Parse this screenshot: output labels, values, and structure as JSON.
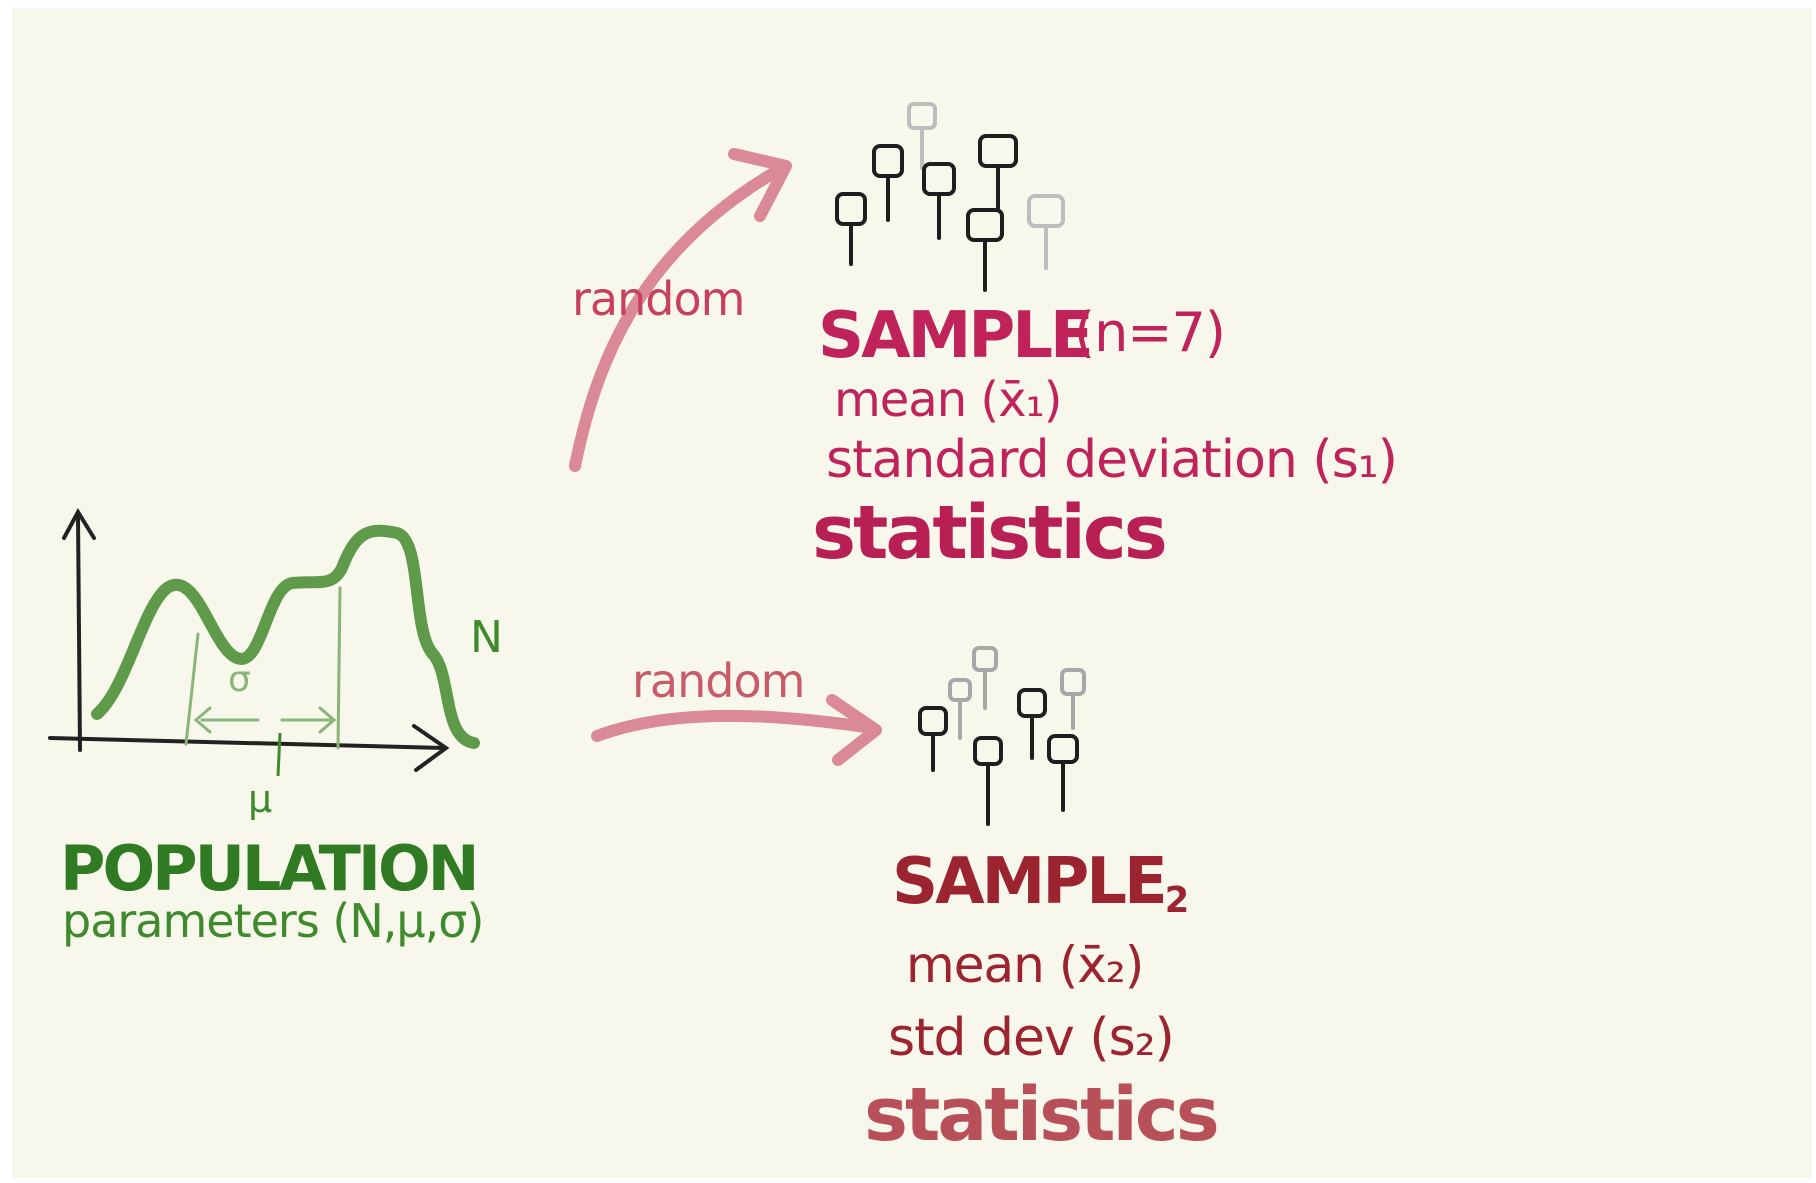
{
  "population": {
    "title": "POPULATION",
    "parameters": "parameters (N,μ,σ)",
    "n_label": "N",
    "mu_label": "μ",
    "sigma_label": "σ"
  },
  "arrows": {
    "upper_label": "random",
    "lower_label": "random"
  },
  "sample1": {
    "title": "SAMPLE",
    "n_note": "(n=7)",
    "mean": "mean (x̄₁)",
    "sd": "standard deviation (s₁)",
    "statistics": "statistics"
  },
  "sample2": {
    "title": "SAMPLE",
    "title_subscript": "2",
    "mean": "mean (x̄₂)",
    "sd": "std dev (s₂)",
    "statistics": "statistics"
  },
  "colors": {
    "population": "#3f8a2c",
    "sample1": "#c0235a",
    "sample2": "#9c2430",
    "arrow": "#d98a96",
    "background": "#f8f7ec"
  }
}
